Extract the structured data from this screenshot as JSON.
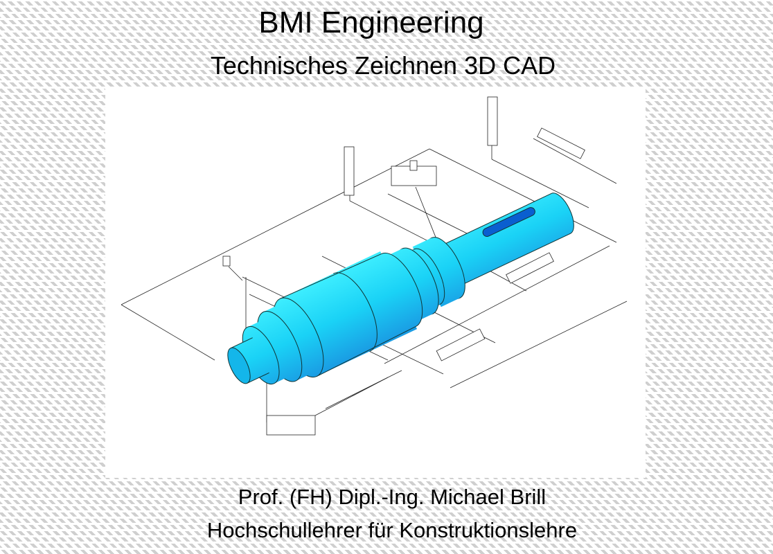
{
  "header": {
    "title": "BMI Engineering",
    "subtitle": "Technisches Zeichnen 3D CAD"
  },
  "illustration": {
    "description_icon": "isometric-shaft-cad-drawing-icon",
    "shaft_color": "#1ccff5",
    "keyway_color": "#0a5fd0"
  },
  "footer": {
    "author": "Prof. (FH) Dipl.-Ing. Michael Brill",
    "role": "Hochschullehrer für Konstruktionslehre"
  }
}
